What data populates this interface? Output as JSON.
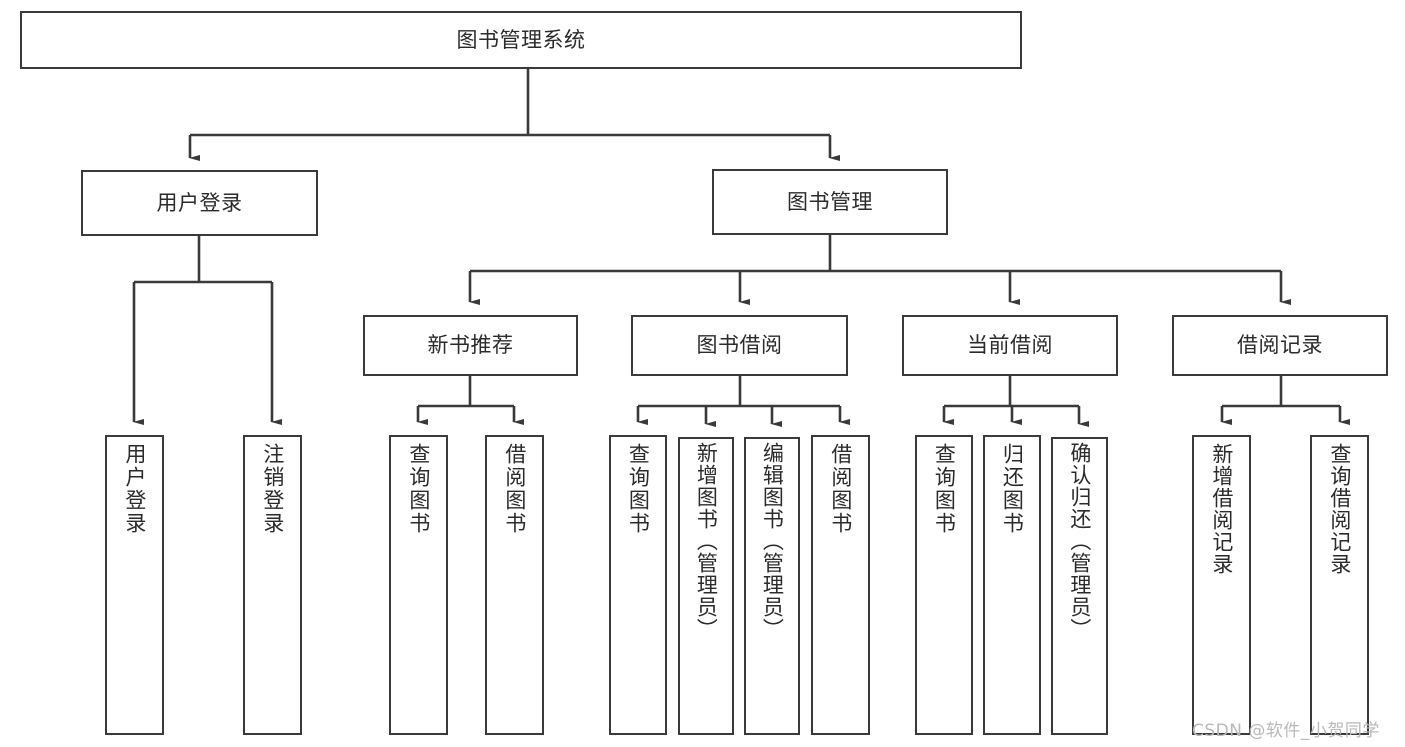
{
  "diagram": {
    "type": "tree-hierarchy",
    "title": "图书管理系统",
    "watermark": "CSDN @软件_小贺同学",
    "colors": {
      "box_border": "#3a3a3a",
      "box_fill": "#ffffff",
      "connector": "#3a3a3a",
      "text": "#2b2b2b",
      "watermark": "#b9b9b9",
      "background": "#ffffff"
    },
    "nodes": {
      "root": {
        "label": "图书管理系统",
        "level": 1,
        "orientation": "horizontal"
      },
      "user_login": {
        "label": "用户登录",
        "level": 2,
        "orientation": "horizontal"
      },
      "book_manage": {
        "label": "图书管理",
        "level": 2,
        "orientation": "horizontal"
      },
      "new_book_rec": {
        "label": "新书推荐",
        "level": 3,
        "orientation": "horizontal"
      },
      "book_borrow": {
        "label": "图书借阅",
        "level": 3,
        "orientation": "horizontal"
      },
      "current_borrow": {
        "label": "当前借阅",
        "level": 3,
        "orientation": "horizontal"
      },
      "borrow_record": {
        "label": "借阅记录",
        "level": 3,
        "orientation": "horizontal"
      },
      "leaf_user_login": {
        "label": "用户登录",
        "level": 4,
        "orientation": "vertical"
      },
      "leaf_logout": {
        "label": "注销登录",
        "level": 4,
        "orientation": "vertical"
      },
      "leaf_query_book_1": {
        "label": "查询图书",
        "level": 4,
        "orientation": "vertical"
      },
      "leaf_borrow_book_1": {
        "label": "借阅图书",
        "level": 4,
        "orientation": "vertical"
      },
      "leaf_query_book_2": {
        "label": "查询图书",
        "level": 4,
        "orientation": "vertical"
      },
      "leaf_add_book": {
        "label": "新增图书（管理员）",
        "level": 4,
        "orientation": "vertical"
      },
      "leaf_edit_book": {
        "label": "编辑图书（管理员）",
        "level": 4,
        "orientation": "vertical"
      },
      "leaf_borrow_book_2": {
        "label": "借阅图书",
        "level": 4,
        "orientation": "vertical"
      },
      "leaf_query_book_3": {
        "label": "查询图书",
        "level": 4,
        "orientation": "vertical"
      },
      "leaf_return_book": {
        "label": "归还图书",
        "level": 4,
        "orientation": "vertical"
      },
      "leaf_confirm_return": {
        "label": "确认归还（管理员）",
        "level": 4,
        "orientation": "vertical"
      },
      "leaf_add_record": {
        "label": "新增借阅记录",
        "level": 4,
        "orientation": "vertical"
      },
      "leaf_query_record": {
        "label": "查询借阅记录",
        "level": 4,
        "orientation": "vertical"
      }
    },
    "edges": [
      {
        "from": "root",
        "to": "user_login"
      },
      {
        "from": "root",
        "to": "book_manage"
      },
      {
        "from": "user_login",
        "to": "leaf_user_login"
      },
      {
        "from": "user_login",
        "to": "leaf_logout"
      },
      {
        "from": "book_manage",
        "to": "new_book_rec"
      },
      {
        "from": "book_manage",
        "to": "book_borrow"
      },
      {
        "from": "book_manage",
        "to": "current_borrow"
      },
      {
        "from": "book_manage",
        "to": "borrow_record"
      },
      {
        "from": "new_book_rec",
        "to": "leaf_query_book_1"
      },
      {
        "from": "new_book_rec",
        "to": "leaf_borrow_book_1"
      },
      {
        "from": "book_borrow",
        "to": "leaf_query_book_2"
      },
      {
        "from": "book_borrow",
        "to": "leaf_add_book"
      },
      {
        "from": "book_borrow",
        "to": "leaf_edit_book"
      },
      {
        "from": "book_borrow",
        "to": "leaf_borrow_book_2"
      },
      {
        "from": "current_borrow",
        "to": "leaf_query_book_3"
      },
      {
        "from": "current_borrow",
        "to": "leaf_return_book"
      },
      {
        "from": "current_borrow",
        "to": "leaf_confirm_return"
      },
      {
        "from": "borrow_record",
        "to": "leaf_add_record"
      },
      {
        "from": "borrow_record",
        "to": "leaf_query_record"
      }
    ]
  }
}
